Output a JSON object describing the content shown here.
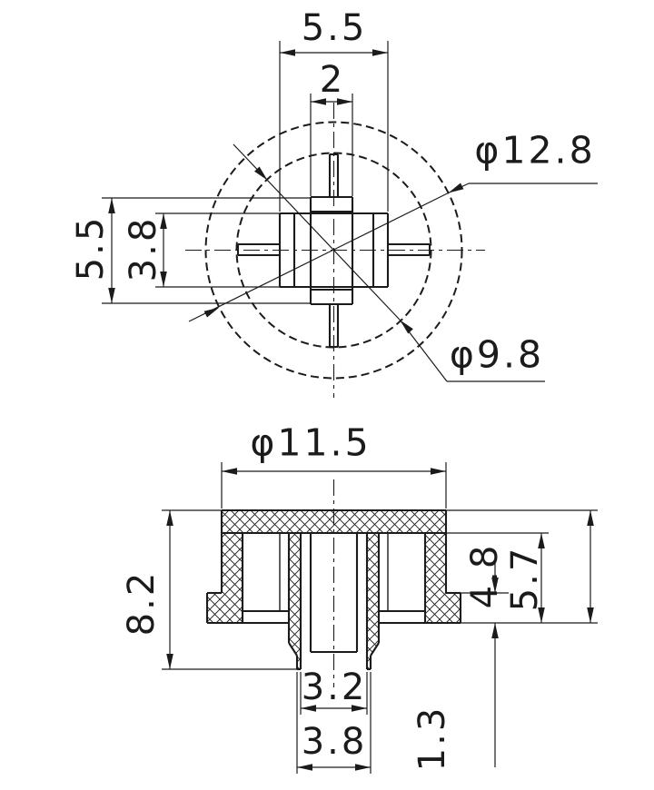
{
  "colors": {
    "line": "#1b1b1b",
    "background": "#ffffff"
  },
  "drawing": {
    "top_view": {
      "overall_width": "5.5",
      "slot_width": "2",
      "overall_height": "5.5",
      "arm_height": "3.8",
      "outer_diameter": "φ12.8",
      "inner_diameter": "φ9.8"
    },
    "section_view": {
      "flange_diameter": "φ11.5",
      "total_height": "8.2",
      "inner_depth": "4.8",
      "skirt_height": "5.7",
      "step_height": "1.3",
      "hole_width": "3.2",
      "stem_width": "3.8"
    }
  }
}
